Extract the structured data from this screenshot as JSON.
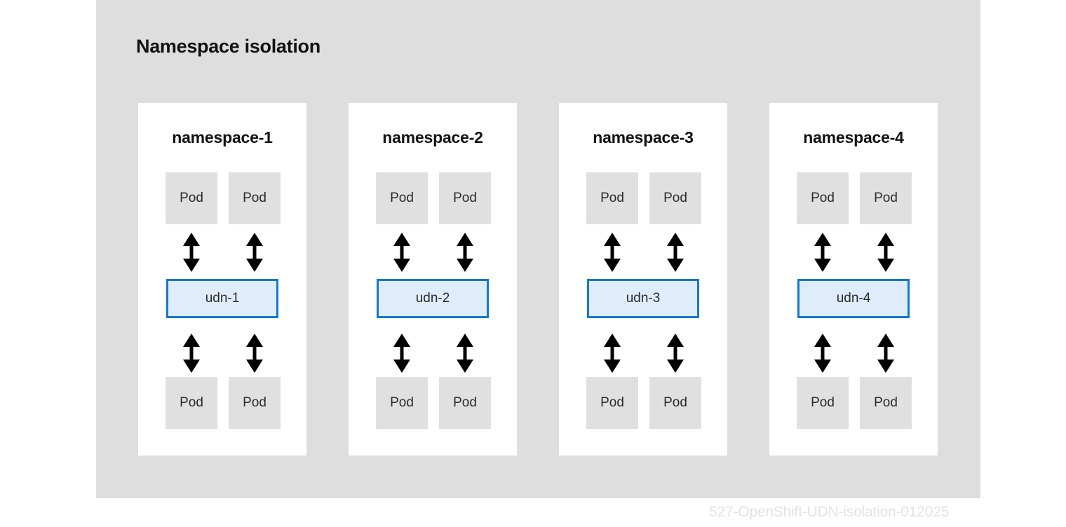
{
  "figure": {
    "title": "Namespace isolation",
    "watermark": "527-OpenShift-UDN-isolation-012025",
    "backdrop_color": "#dedede",
    "card_background": "#ffffff"
  },
  "colors": {
    "udn_fill": "#dfecfb",
    "udn_border": "#1478cd",
    "pod_fill": "#e0e0e0",
    "text": "#121212",
    "watermark": "#e3e3e3"
  },
  "namespaces": [
    {
      "title": "namespace-1",
      "udn": {
        "label": "udn-1"
      },
      "pods_top": [
        {
          "label": "Pod"
        },
        {
          "label": "Pod"
        }
      ],
      "pods_bottom": [
        {
          "label": "Pod"
        },
        {
          "label": "Pod"
        }
      ],
      "arrows": [
        {
          "name": "arrow-pod-to-udn-top-left",
          "direction": "bidirectional"
        },
        {
          "name": "arrow-pod-to-udn-top-right",
          "direction": "bidirectional"
        },
        {
          "name": "arrow-udn-to-pod-bottom-left",
          "direction": "bidirectional"
        },
        {
          "name": "arrow-udn-to-pod-bottom-right",
          "direction": "bidirectional"
        }
      ]
    },
    {
      "title": "namespace-2",
      "udn": {
        "label": "udn-2"
      },
      "pods_top": [
        {
          "label": "Pod"
        },
        {
          "label": "Pod"
        }
      ],
      "pods_bottom": [
        {
          "label": "Pod"
        },
        {
          "label": "Pod"
        }
      ],
      "arrows": [
        {
          "name": "arrow-pod-to-udn-top-left",
          "direction": "bidirectional"
        },
        {
          "name": "arrow-pod-to-udn-top-right",
          "direction": "bidirectional"
        },
        {
          "name": "arrow-udn-to-pod-bottom-left",
          "direction": "bidirectional"
        },
        {
          "name": "arrow-udn-to-pod-bottom-right",
          "direction": "bidirectional"
        }
      ]
    },
    {
      "title": "namespace-3",
      "udn": {
        "label": "udn-3"
      },
      "pods_top": [
        {
          "label": "Pod"
        },
        {
          "label": "Pod"
        }
      ],
      "pods_bottom": [
        {
          "label": "Pod"
        },
        {
          "label": "Pod"
        }
      ],
      "arrows": [
        {
          "name": "arrow-pod-to-udn-top-left",
          "direction": "bidirectional"
        },
        {
          "name": "arrow-pod-to-udn-top-right",
          "direction": "bidirectional"
        },
        {
          "name": "arrow-udn-to-pod-bottom-left",
          "direction": "bidirectional"
        },
        {
          "name": "arrow-udn-to-pod-bottom-right",
          "direction": "bidirectional"
        }
      ]
    },
    {
      "title": "namespace-4",
      "udn": {
        "label": "udn-4"
      },
      "pods_top": [
        {
          "label": "Pod"
        },
        {
          "label": "Pod"
        }
      ],
      "pods_bottom": [
        {
          "label": "Pod"
        },
        {
          "label": "Pod"
        }
      ],
      "arrows": [
        {
          "name": "arrow-pod-to-udn-top-left",
          "direction": "bidirectional"
        },
        {
          "name": "arrow-pod-to-udn-top-right",
          "direction": "bidirectional"
        },
        {
          "name": "arrow-udn-to-pod-bottom-left",
          "direction": "bidirectional"
        },
        {
          "name": "arrow-udn-to-pod-bottom-right",
          "direction": "bidirectional"
        }
      ]
    }
  ]
}
